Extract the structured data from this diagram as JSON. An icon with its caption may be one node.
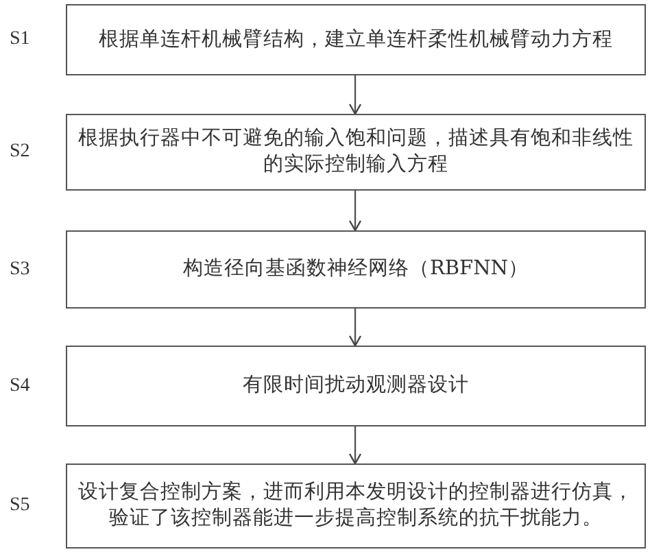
{
  "diagram": {
    "nodes": [
      {
        "text": [
          "根据单连杆机械臂结构，建立单连杆柔性机械臂动力方程"
        ],
        "beside": [
          "S1"
        ]
      },
      {
        "text": [
          "根据执行器中不可避免的输入饱和问题，描述具有饱和非线性的实际控制输入方程"
        ],
        "beside": [
          "S2"
        ]
      },
      {
        "text": [
          "构造径向基函数神经网络（RBFNN）"
        ],
        "beside": [
          "S3"
        ]
      },
      {
        "text": [
          "有限时间扰动观测器设计"
        ],
        "beside": [
          "S4"
        ]
      },
      {
        "text": [
          "设计复合控制方案，进而利用本发明设计的控制器进行仿真，验证了该控制器能进一步提高控制系统的抗干扰能力。"
        ],
        "beside": [
          "S5"
        ]
      }
    ],
    "edges": [
      {
        "from": 0,
        "to": 1,
        "arrow": "to"
      },
      {
        "from": 1,
        "to": 2,
        "arrow": "to"
      },
      {
        "from": 2,
        "to": 3,
        "arrow": "to"
      },
      {
        "from": 3,
        "to": 4,
        "arrow": "to"
      }
    ]
  }
}
